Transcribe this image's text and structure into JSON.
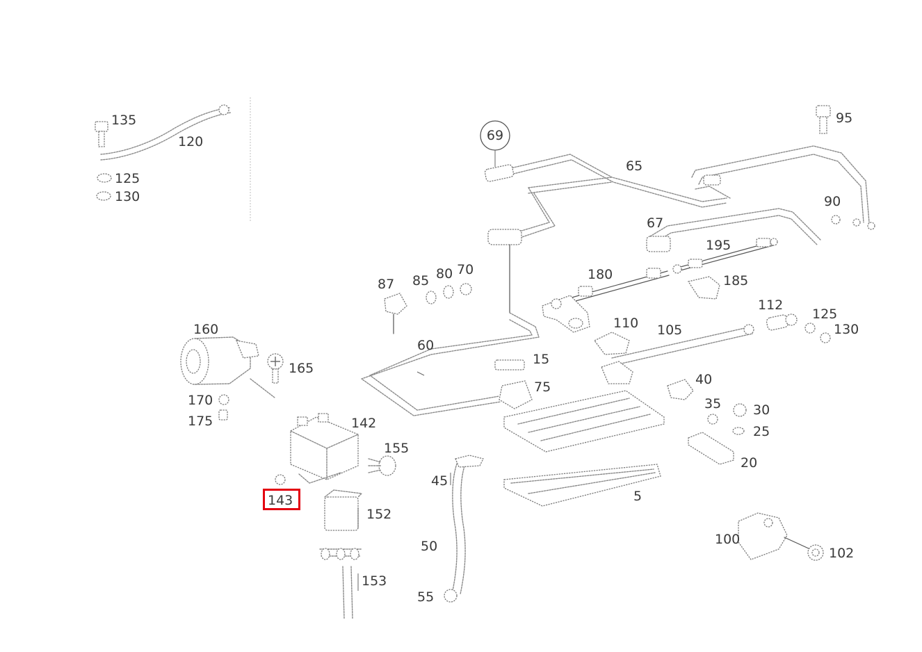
{
  "colors": {
    "highlight": "#e3000f",
    "line_art": "#8a8a8a",
    "label_text": "#3a3a3a"
  },
  "highlighted_part": "143",
  "callouts": [
    {
      "id": "135",
      "label": "135"
    },
    {
      "id": "120",
      "label": "120"
    },
    {
      "id": "125a",
      "label": "125"
    },
    {
      "id": "130a",
      "label": "130"
    },
    {
      "id": "69",
      "label": "69",
      "circled": true
    },
    {
      "id": "65",
      "label": "65"
    },
    {
      "id": "95",
      "label": "95"
    },
    {
      "id": "90",
      "label": "90"
    },
    {
      "id": "67",
      "label": "67"
    },
    {
      "id": "195",
      "label": "195"
    },
    {
      "id": "180",
      "label": "180"
    },
    {
      "id": "185",
      "label": "185"
    },
    {
      "id": "87",
      "label": "87"
    },
    {
      "id": "85",
      "label": "85"
    },
    {
      "id": "80",
      "label": "80"
    },
    {
      "id": "70",
      "label": "70"
    },
    {
      "id": "112",
      "label": "112"
    },
    {
      "id": "125b",
      "label": "125"
    },
    {
      "id": "130b",
      "label": "130"
    },
    {
      "id": "110",
      "label": "110"
    },
    {
      "id": "105",
      "label": "105"
    },
    {
      "id": "160",
      "label": "160"
    },
    {
      "id": "60",
      "label": "60"
    },
    {
      "id": "165",
      "label": "165"
    },
    {
      "id": "15",
      "label": "15"
    },
    {
      "id": "75",
      "label": "75"
    },
    {
      "id": "40",
      "label": "40"
    },
    {
      "id": "170",
      "label": "170"
    },
    {
      "id": "175",
      "label": "175"
    },
    {
      "id": "35",
      "label": "35"
    },
    {
      "id": "30",
      "label": "30"
    },
    {
      "id": "25",
      "label": "25"
    },
    {
      "id": "142",
      "label": "142"
    },
    {
      "id": "155",
      "label": "155"
    },
    {
      "id": "20",
      "label": "20"
    },
    {
      "id": "45",
      "label": "45"
    },
    {
      "id": "143",
      "label": "143",
      "highlighted": true
    },
    {
      "id": "152",
      "label": "152"
    },
    {
      "id": "5",
      "label": "5"
    },
    {
      "id": "100",
      "label": "100"
    },
    {
      "id": "102",
      "label": "102"
    },
    {
      "id": "50",
      "label": "50"
    },
    {
      "id": "153",
      "label": "153"
    },
    {
      "id": "55",
      "label": "55"
    }
  ]
}
